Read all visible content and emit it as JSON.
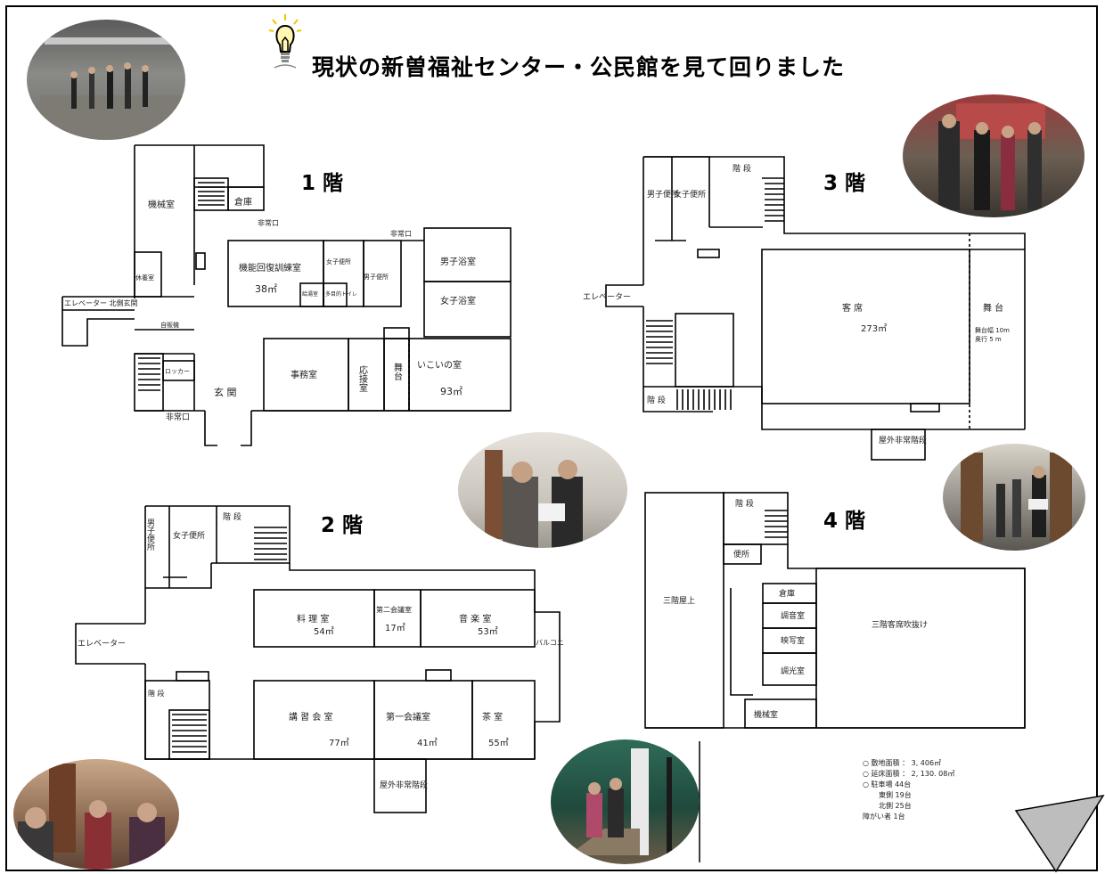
{
  "page": {
    "title": "現状の新曽福祉センター・公民館を見て回りました"
  },
  "floors": {
    "f1": {
      "label": "1 階",
      "rooms": {
        "kikaishitsu": "機械室",
        "souko": "倉庫",
        "hijoguchi1": "非常口",
        "hijoguchi2": "非常口",
        "kinou": "機能回復訓練室",
        "kinou_area": "38㎡",
        "joshi_benjo": "女子便所",
        "danshi_benjo": "男子便所",
        "kyuto": "給湯室",
        "tamokuteki": "多目的トイレ",
        "danshi_yokushitsu": "男子浴室",
        "joshi_yokushitsu": "女子浴室",
        "kyuyoushitsu": "休養室",
        "elevator": "エレベーター 北側玄関",
        "jihanki": "自販機",
        "locker": "ロッカー",
        "genkan": "玄 関",
        "hijoguchi3": "非常口",
        "jimushitsu": "事務室",
        "ousetsushitsu": "応接室",
        "butai": "舞台",
        "ikoi": "いこいの室",
        "ikoi_area": "93㎡"
      }
    },
    "f2": {
      "label": "2 階",
      "rooms": {
        "danshi_benjo": "男子便所",
        "joshi_benjo": "女子便所",
        "kaidan1": "階 段",
        "ryourishitsu": "料 理 室",
        "ryourishitsu_area": "54㎡",
        "daini_kaigishitsu": "第二会議室",
        "daini_area": "17㎡",
        "ongakushitsu": "音 楽 室",
        "ongakushitsu_area": "53㎡",
        "balcony": "バルコニ",
        "elevator": "エレベーター",
        "kaidan2": "階 段",
        "koushuu": "講 習 会 室",
        "koushuu_area": "77㎡",
        "daiichi_kaigishitsu": "第一会議室",
        "daiichi_area": "41㎡",
        "chashitsu": "茶 室",
        "chashitsu_area": "55㎡",
        "okugai": "屋外非常階段"
      }
    },
    "f3": {
      "label": "3 階",
      "rooms": {
        "danshi_benjo": "男子便所",
        "joshi_benjo": "女子便所",
        "kaidan1": "階 段",
        "elevator": "エレベーター",
        "kyakuseki": "客 席",
        "kyakuseki_area": "273㎡",
        "butai": "舞 台",
        "butai_note1": "舞台幅 10m",
        "butai_note2": "奥行 5 m",
        "kaidan2": "階 段",
        "okugai": "屋外非常階段"
      }
    },
    "f4": {
      "label": "4 階",
      "rooms": {
        "kaidan": "階 段",
        "benjo": "便所",
        "sangai_okujou": "三階屋上",
        "souko": "倉庫",
        "chouonshitsu": "調音室",
        "eishashitsu": "映写室",
        "choukoushitsu": "調光室",
        "fukinuke": "三階客席吹抜け",
        "kikaishitsu": "機械室"
      }
    }
  },
  "site_info": {
    "line1": "○ 敷地面積 ： 3, 406㎡",
    "line2": "○ 延床面積 ： 2, 130. 08㎡",
    "line3": "○ 駐車場 44台",
    "line4": "東側 19台",
    "line5": "北側 25台",
    "line6": "障がい者 1台"
  },
  "colors": {
    "ink": "#000000",
    "bulb": "#f2c500",
    "photo_wall": "#8f8f8a",
    "photo_green": "#1f5a4a"
  }
}
